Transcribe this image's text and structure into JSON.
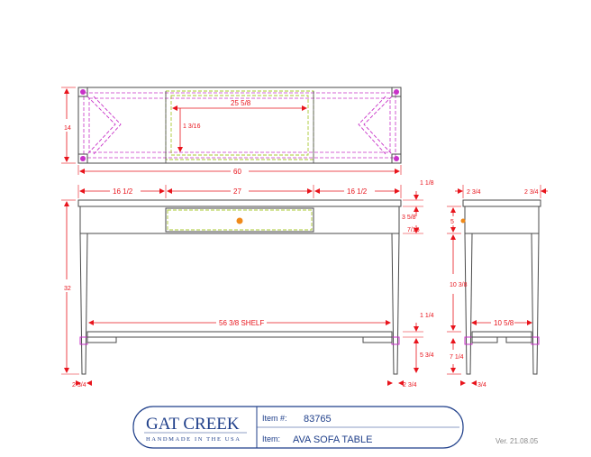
{
  "top_view": {
    "width_label": "60",
    "depth_label": "14",
    "drawer_width_label": "25 5/8",
    "drawer_depth_label": "1 3/16"
  },
  "front_view": {
    "side_left_label": "16 1/2",
    "center_label": "27",
    "side_right_label": "16 1/2",
    "height_label": "32",
    "shelf_label": "56 3/8 SHELF",
    "top_thickness_label": "1 1/8",
    "drawer_height_label": "3 5/8",
    "drawer_gap_label": "7/16",
    "shelf_thickness_label": "1 1/4",
    "shelf_height_label": "5 3/4",
    "leg_left_label": "2 3/4",
    "leg_right_label": "2 3/4"
  },
  "side_view": {
    "overhang_left_label": "2 3/4",
    "overhang_right_label": "2 3/4",
    "drawer_label": "5",
    "leg_span_label": "10 5/8",
    "inner_height_label": "10 3/8",
    "shelf_label": "7 1/4",
    "leg_label": "3/4"
  },
  "title_block": {
    "brand_name": "GAT CREEK",
    "tagline": "HANDMADE IN THE USA",
    "item_number_label": "Item #:",
    "item_number": "83765",
    "item_name_label": "Item:",
    "item_name": "AVA SOFA TABLE"
  },
  "version": "Ver. 21.08.05",
  "colors": {
    "outline": "#4a4a4a",
    "dimension": "#e8141c",
    "hidden_purple": "#c832c8",
    "hidden_green": "#a8c832",
    "brand": "#1f3f8a",
    "knob": "#f08a1a"
  }
}
